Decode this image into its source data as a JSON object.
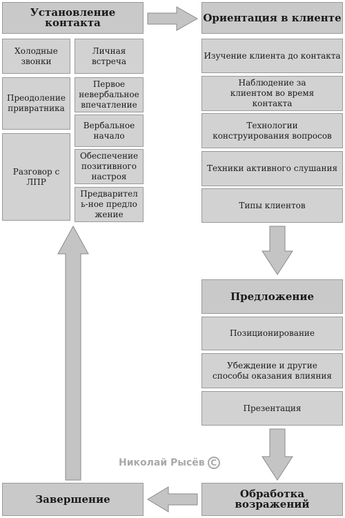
{
  "contact": {
    "title": "Установление контакта",
    "cold_calls": "Холодные звонки",
    "gatekeeper": "Преодоление привратника",
    "lpr_talk": "Разговор с ЛПР",
    "meeting": "Личная встреча",
    "first_impression": "Первое невербальное впечатление",
    "verbal_start": "Вербальное начало",
    "positive_mood": "Обеспечение позитивного настроя",
    "pre_offer": "Предваритель-ное предложение"
  },
  "orientation": {
    "title": "Ориентация в клиенте",
    "items": [
      "Изучение клиента до контакта",
      "Наблюдение за клиентом во время контакта",
      "Технологии конструирования вопросов",
      "Техники активного слушания",
      "Типы клиентов"
    ]
  },
  "offer": {
    "title": "Предложение",
    "items": [
      "Позиционирование",
      "Убеждение и другие способы оказания влияния",
      "Презентация"
    ]
  },
  "objections": {
    "title": "Обработка возражений"
  },
  "completion": {
    "title": "Завершение"
  },
  "watermark": {
    "text": "Николай Рысёв",
    "symbol": "C"
  },
  "colors": {
    "box": "#d2d2d2",
    "border": "#9a9a9a",
    "arrow": "#c4c4c4",
    "arrow_stroke": "#8a8a8a"
  }
}
